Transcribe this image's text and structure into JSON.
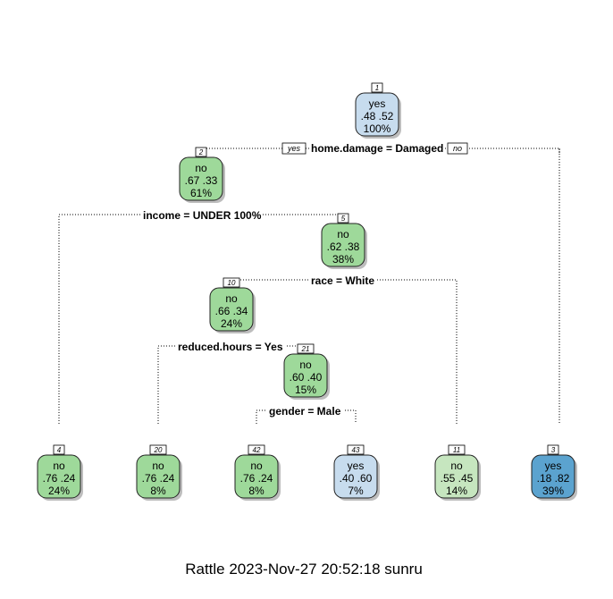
{
  "caption": "Rattle 2023-Nov-27 20:52:18 sunru",
  "colors": {
    "no_strong": "#9ed99a",
    "no_light": "#c6e6bf",
    "yes_light": "#c7dcee",
    "yes_strong": "#5ba3cf"
  },
  "branch_labels": {
    "yes": "yes",
    "no": "no"
  },
  "splits": {
    "root": "home.damage = Damaged",
    "n2": "income = UNDER 100%",
    "n5": "race = White",
    "n10": "reduced.hours = Yes",
    "n21": "gender = Male"
  },
  "nodes": {
    "n1": {
      "id": "1",
      "label": "yes",
      "probs": ".48  .52",
      "pct": "100%",
      "color": "yes_light"
    },
    "n2": {
      "id": "2",
      "label": "no",
      "probs": ".67  .33",
      "pct": "61%",
      "color": "no_strong"
    },
    "n5": {
      "id": "5",
      "label": "no",
      "probs": ".62  .38",
      "pct": "38%",
      "color": "no_strong"
    },
    "n10": {
      "id": "10",
      "label": "no",
      "probs": ".66  .34",
      "pct": "24%",
      "color": "no_strong"
    },
    "n21": {
      "id": "21",
      "label": "no",
      "probs": ".60  .40",
      "pct": "15%",
      "color": "no_strong"
    },
    "n4": {
      "id": "4",
      "label": "no",
      "probs": ".76  .24",
      "pct": "24%",
      "color": "no_strong"
    },
    "n20": {
      "id": "20",
      "label": "no",
      "probs": ".76  .24",
      "pct": "8%",
      "color": "no_strong"
    },
    "n42": {
      "id": "42",
      "label": "no",
      "probs": ".76  .24",
      "pct": "8%",
      "color": "no_strong"
    },
    "n43": {
      "id": "43",
      "label": "yes",
      "probs": ".40  .60",
      "pct": "7%",
      "color": "yes_light"
    },
    "n11": {
      "id": "11",
      "label": "no",
      "probs": ".55  .45",
      "pct": "14%",
      "color": "no_light"
    },
    "n3": {
      "id": "3",
      "label": "yes",
      "probs": ".18  .82",
      "pct": "39%",
      "color": "yes_strong"
    }
  }
}
